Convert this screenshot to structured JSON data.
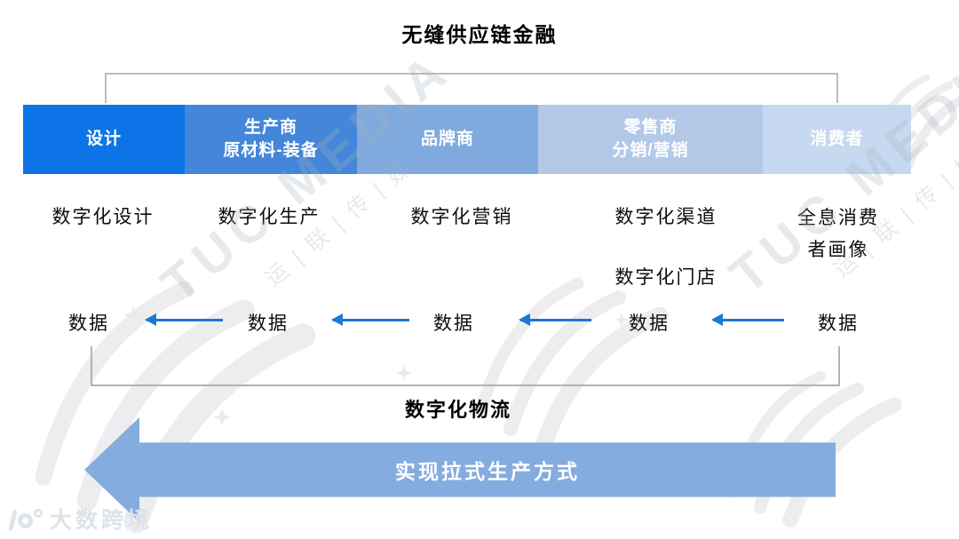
{
  "title": "无缝供应链金融",
  "stages": [
    {
      "line1": "设计",
      "line2": "",
      "color": "#0d74e7"
    },
    {
      "line1": "生产商",
      "line2": "原材料-装备",
      "color": "#4486d9"
    },
    {
      "line1": "品牌商",
      "line2": "",
      "color": "#80aadd"
    },
    {
      "line1": "零售商",
      "line2": "分销/营销",
      "color": "#b3c8e7"
    },
    {
      "line1": "消费者",
      "line2": "",
      "color": "#c7d9f0"
    }
  ],
  "capabilities": {
    "design": "数字化设计",
    "production": "数字化生产",
    "marketing": "数字化营销",
    "channel": "数字化渠道",
    "store": "数字化门店",
    "consumer_line1": "全息消费",
    "consumer_line2": "者画像"
  },
  "data_flow": {
    "label": "数据",
    "arrow_color": "#1b78d4"
  },
  "logistics": {
    "label": "数字化物流"
  },
  "pull_arrow": {
    "label": "实现拉式生产方式",
    "color": "#85acde"
  },
  "watermark": {
    "brand": "TUC MEDIA",
    "brand_cn": "运|联|传|媒",
    "footer_logo": "大数跨境"
  }
}
